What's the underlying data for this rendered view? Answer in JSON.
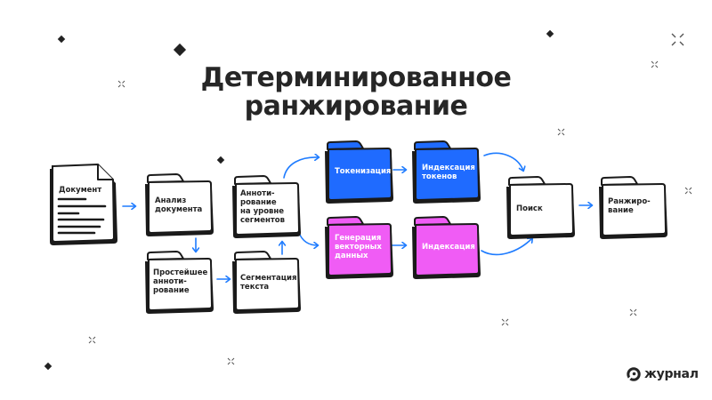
{
  "title": {
    "line1": "Детерминированное",
    "line2": "ранжирование"
  },
  "colors": {
    "blue": "#1f6bff",
    "pink": "#f05cf5",
    "dark": "#222222",
    "arrow": "#1f7cff"
  },
  "nodes": {
    "document": {
      "label": "Документ",
      "type": "document"
    },
    "analysis": {
      "label": "Анализ\nдокумента",
      "type": "folder"
    },
    "simple_annotation": {
      "label": "Простейшее\nанноти-\nрование",
      "type": "folder"
    },
    "segmentation": {
      "label": "Сегментация\nтекста",
      "type": "folder"
    },
    "segment_annotation": {
      "label": "Анноти-\nрование\nна уровне\nсегментов",
      "type": "folder"
    },
    "tokenization": {
      "label": "Токенизация",
      "type": "folder-blue"
    },
    "token_indexing": {
      "label": "Индексация\nтокенов",
      "type": "folder-blue"
    },
    "vector_generation": {
      "label": "Генерация\nвекторных\nданных",
      "type": "folder-pink"
    },
    "indexing": {
      "label": "Индексация",
      "type": "folder-pink"
    },
    "search": {
      "label": "Поиск",
      "type": "folder"
    },
    "ranking": {
      "label": "Ранжиро-\nвание",
      "type": "folder"
    }
  },
  "logo": {
    "icon": "journal-logo-icon",
    "text": "журнал"
  }
}
